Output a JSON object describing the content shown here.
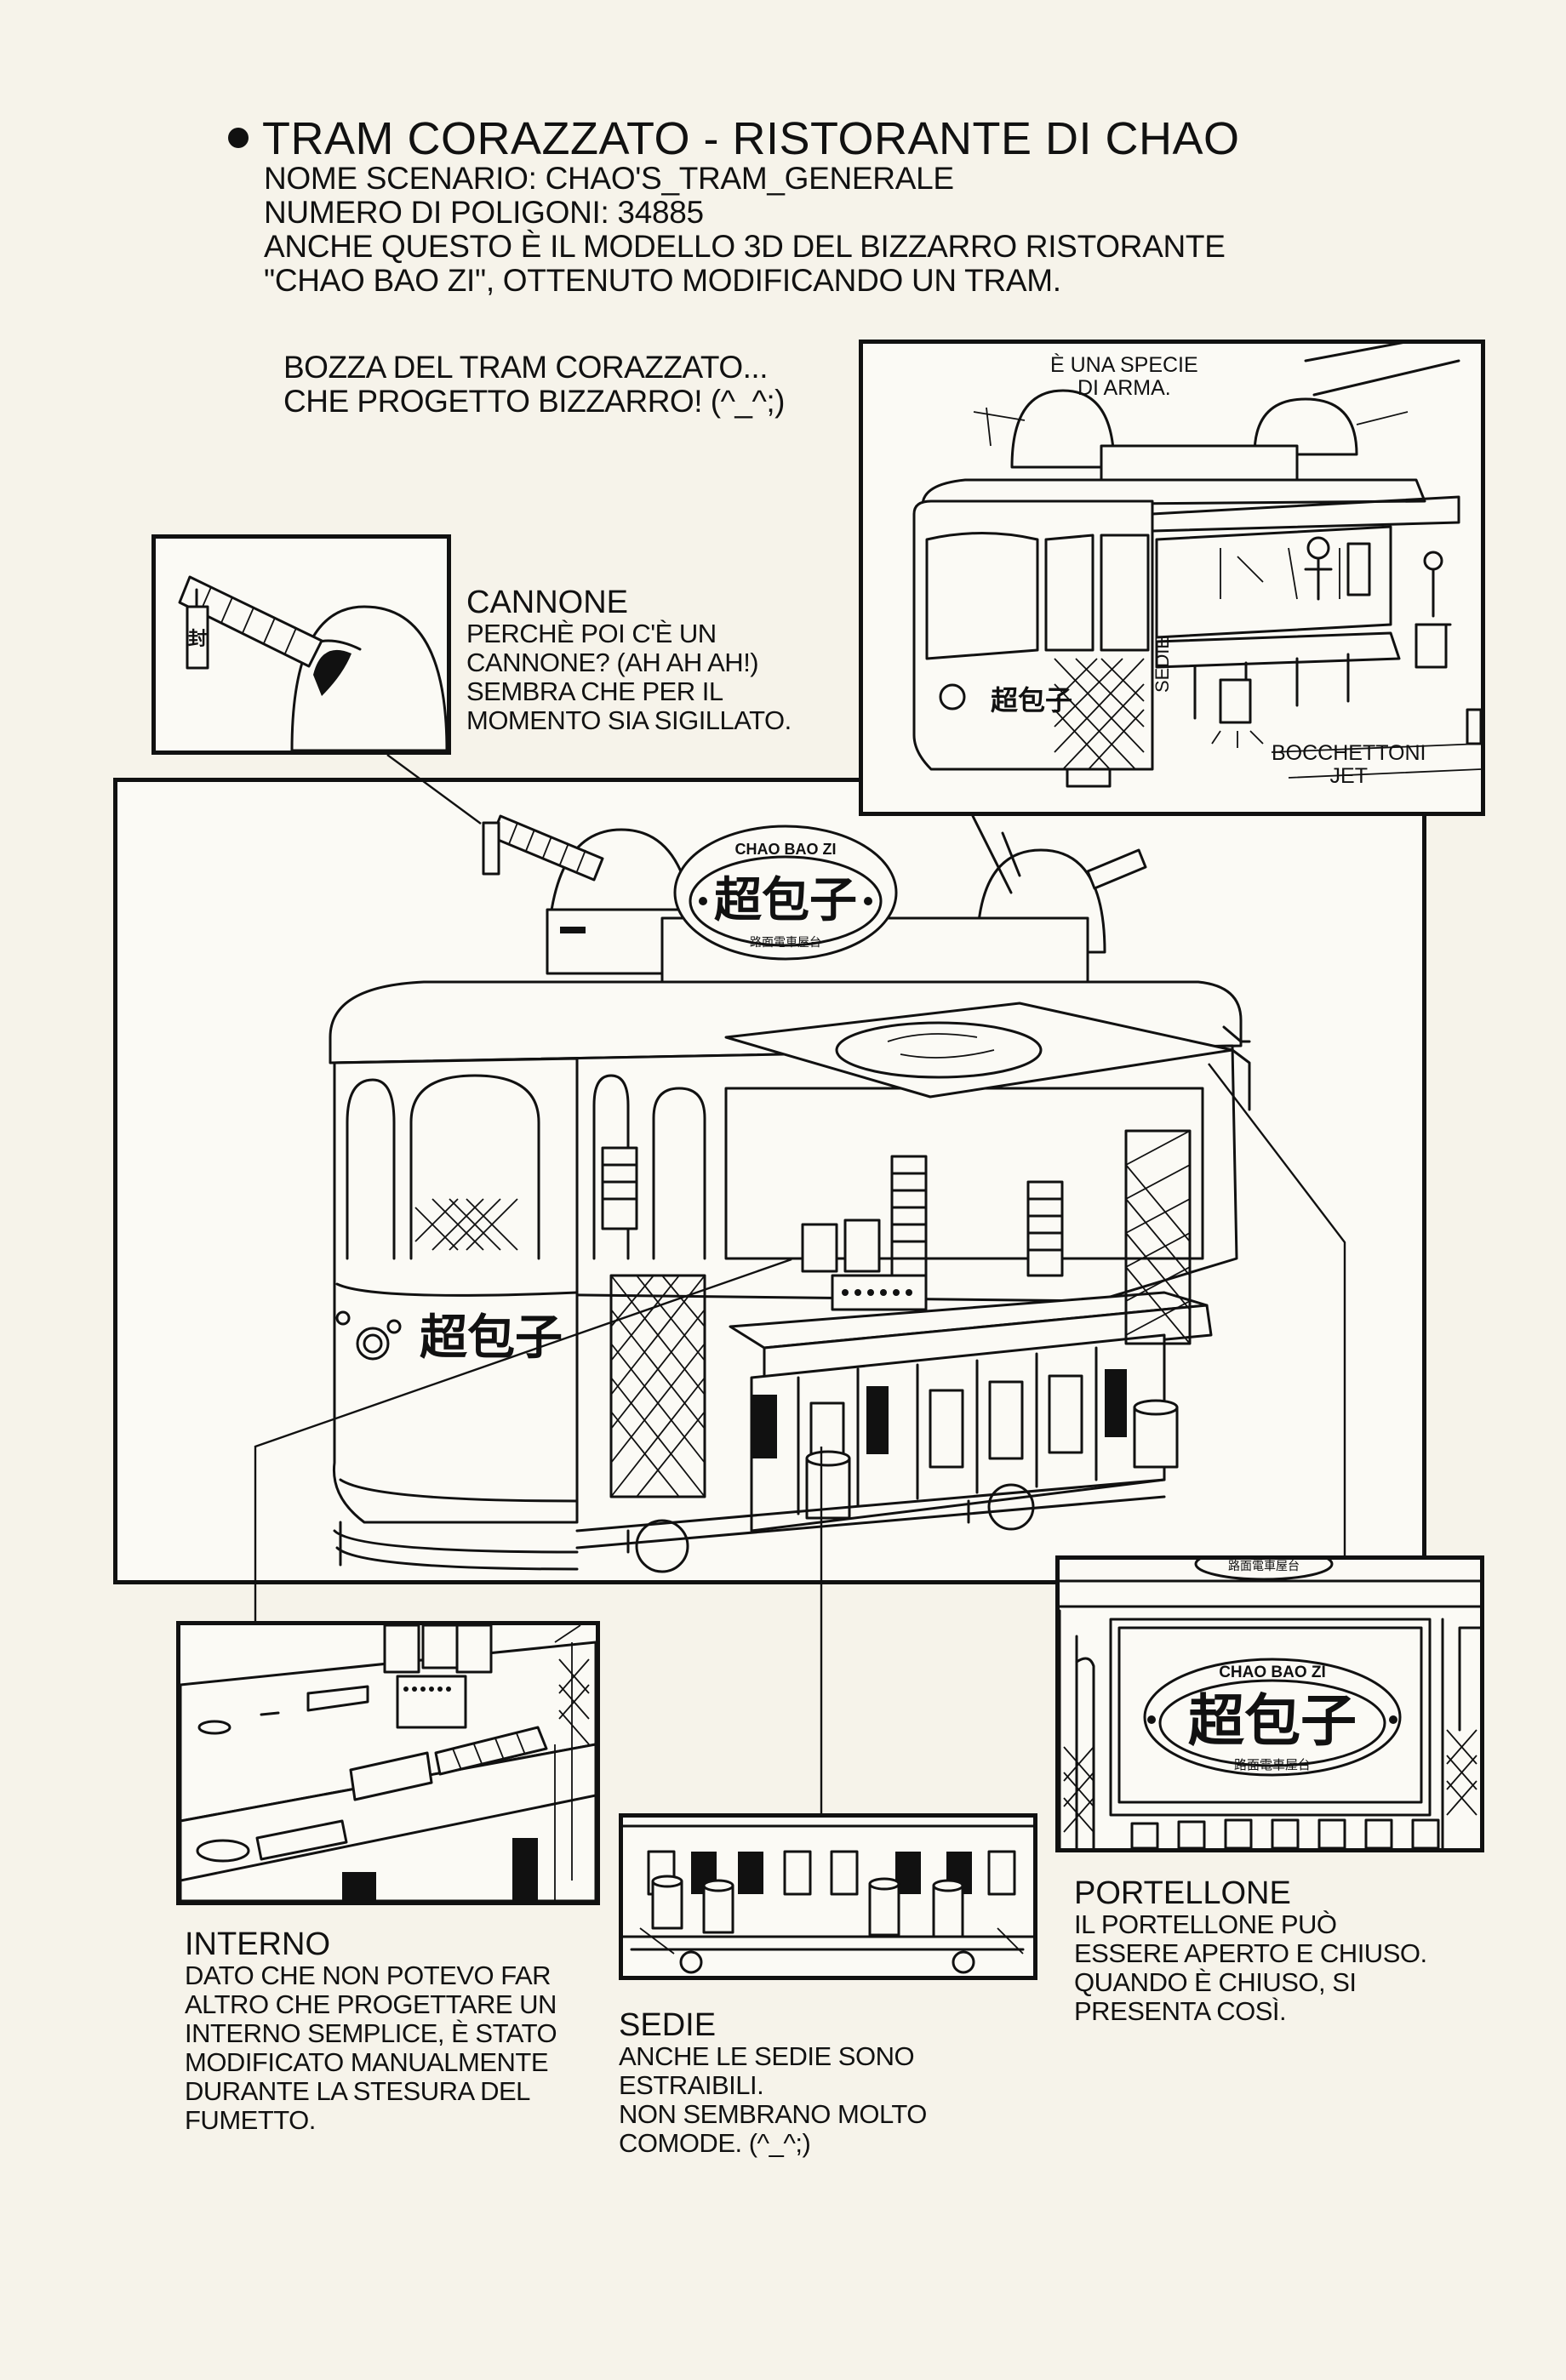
{
  "header": {
    "title": "TRAM CORAZZATO - RISTORANTE DI CHAO",
    "line1": "NOME SCENARIO: CHAO'S_TRAM_GENERALE",
    "line2": "NUMERO DI POLIGONI: 34885",
    "line3": "ANCHE QUESTO È IL MODELLO 3D DEL BIZZARRO RISTORANTE",
    "line4": "\"CHAO BAO ZI\", OTTENUTO MODIFICANDO UN TRAM."
  },
  "sketch": {
    "caption_1": "BOZZA DEL TRAM CORAZZATO...",
    "caption_2": "CHE PROGETTO BIZZARRO! (^_^;)",
    "note_weapon_1": "È UNA SPECIE",
    "note_weapon_2": "DI ARMA.",
    "note_seats": "SEDIE",
    "note_jets_1": "BOCCHETTONI",
    "note_jets_2": "JET"
  },
  "cannone": {
    "title": "CANNONE",
    "lines": [
      "PERCHÈ POI C'È UN",
      "CANNONE? (AH AH AH!)",
      "SEMBRA CHE PER IL",
      "MOMENTO SIA SIGILLATO."
    ],
    "seal_char": "封"
  },
  "sign": {
    "top": "CHAO BAO ZI",
    "main": "超包子",
    "sub": "路面電車屋台"
  },
  "interno": {
    "title": "INTERNO",
    "lines": [
      "DATO CHE NON POTEVO FAR",
      "ALTRO CHE PROGETTARE UN",
      "INTERNO SEMPLICE, È STATO",
      "MODIFICATO MANUALMENTE",
      "DURANTE LA STESURA DEL",
      "FUMETTO."
    ]
  },
  "sedie": {
    "title": "SEDIE",
    "lines": [
      "ANCHE LE SEDIE SONO",
      "ESTRAIBILI.",
      "NON SEMBRANO MOLTO",
      "COMODE. (^_^;)"
    ]
  },
  "portellone": {
    "title": "PORTELLONE",
    "lines": [
      "IL PORTELLONE PUÒ",
      "ESSERE APERTO E CHIUSO.",
      "QUANDO È CHIUSO, SI",
      "PRESENTA COSÌ."
    ]
  }
}
